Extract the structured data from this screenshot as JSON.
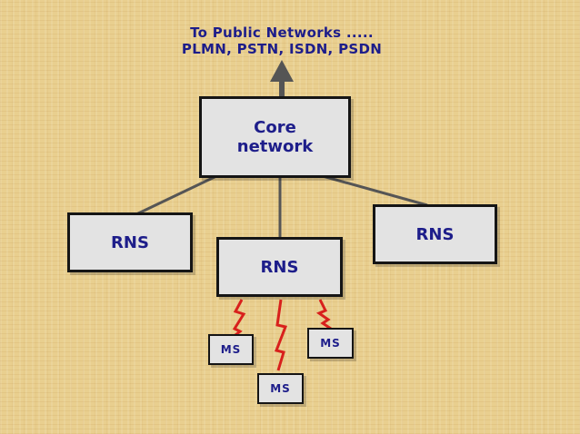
{
  "heading": {
    "line1": "To Public Networks .....",
    "line2": "PLMN, PSTN, ISDN, PSDN"
  },
  "nodes": {
    "core": {
      "line1": "Core",
      "line2": "network"
    },
    "rns_left": {
      "label": "RNS"
    },
    "rns_center": {
      "label": "RNS"
    },
    "rns_right": {
      "label": "RNS"
    },
    "ms_left": {
      "label": "MS"
    },
    "ms_center": {
      "label": "MS"
    },
    "ms_right": {
      "label": "MS"
    }
  },
  "colors": {
    "text": "#1d1d8a",
    "box_fill": "#e3e3e3",
    "box_border": "#151515",
    "link_line": "#555555",
    "radio_link": "#d8201c",
    "background": "#e9cf8f"
  },
  "icons": {
    "uplink_arrow": "arrow-up",
    "radio_link": "lightning-bolt"
  }
}
